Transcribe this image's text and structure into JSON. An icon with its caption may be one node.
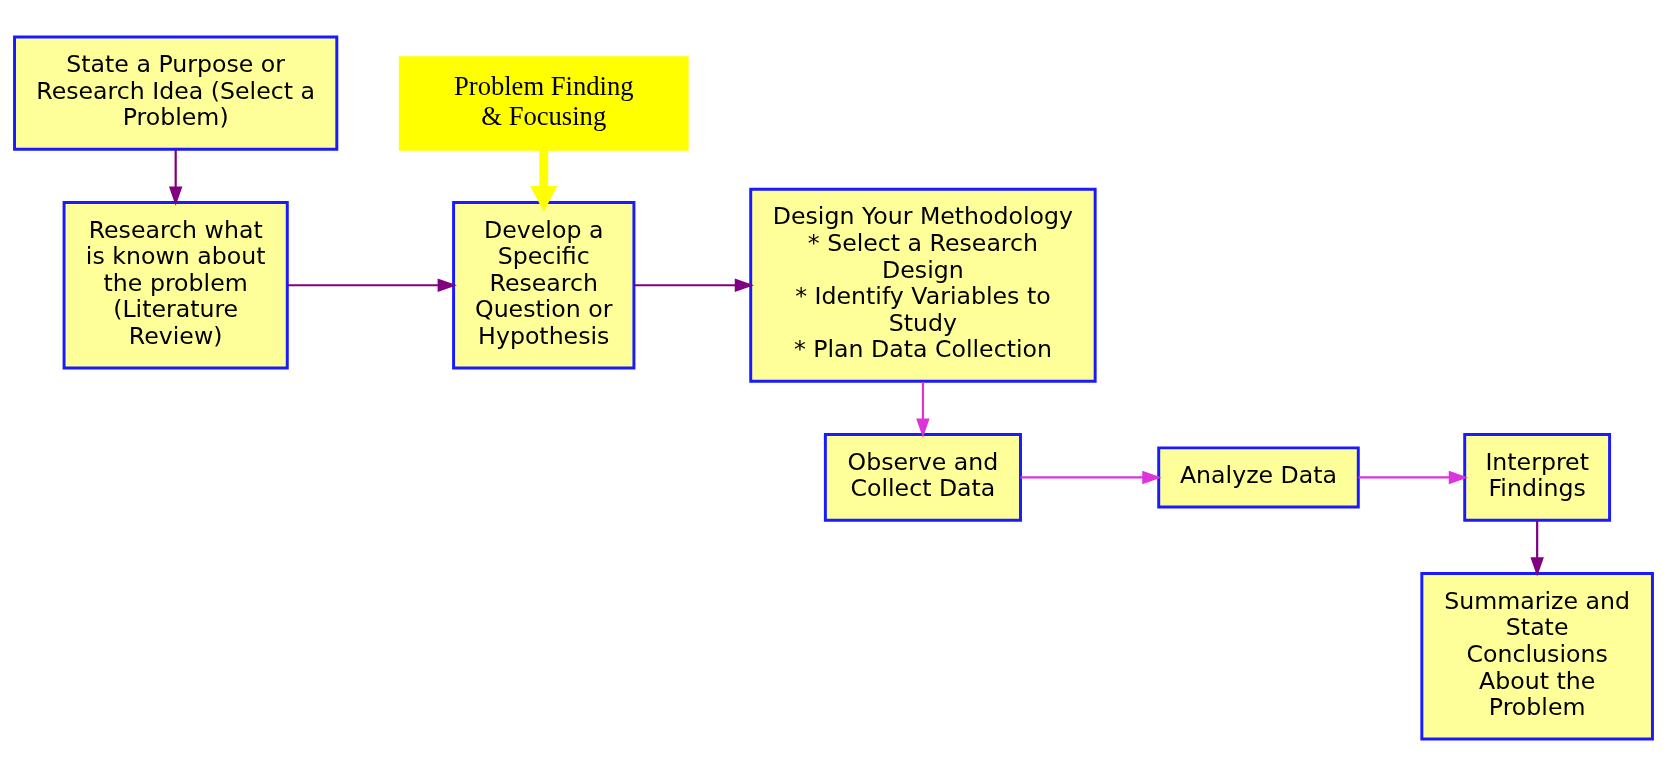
{
  "diagram": {
    "nodes": [
      {
        "text": [
          "State a Purpose or Research Idea (Select a Problem)"
        ]
      },
      {
        "text": [
          "Problem Finding & Focusing"
        ]
      },
      {
        "text": [
          "Research what is known about the problem (Literature Review)"
        ]
      },
      {
        "text": [
          "Develop a Specific Research Question or Hypothesis"
        ]
      },
      {
        "text": [
          "Design Your Methodology",
          "* Select a Research Design",
          "* Identify Variables to Study",
          "* Plan Data Collection"
        ]
      },
      {
        "text": [
          "Observe and Collect Data"
        ]
      },
      {
        "text": [
          "Analyze Data"
        ]
      },
      {
        "text": [
          "Interpret Findings"
        ]
      },
      {
        "text": [
          "Summarize and State Conclusions About the Problem"
        ]
      }
    ],
    "edges": [
      {
        "from": 0,
        "to": 2,
        "arrow": "to"
      },
      {
        "from": 1,
        "to": 3,
        "arrow": "to",
        "style": "thick",
        "color": "#ffff00"
      },
      {
        "from": 2,
        "to": 3,
        "arrow": "to"
      },
      {
        "from": 3,
        "to": 4,
        "arrow": "to"
      },
      {
        "from": 4,
        "to": 5,
        "arrow": "to",
        "color": "#dd33dd"
      },
      {
        "from": 5,
        "to": 6,
        "arrow": "to",
        "color": "#dd33dd"
      },
      {
        "from": 6,
        "to": 7,
        "arrow": "to",
        "color": "#dd33dd"
      },
      {
        "from": 7,
        "to": 8,
        "arrow": "to"
      }
    ]
  }
}
